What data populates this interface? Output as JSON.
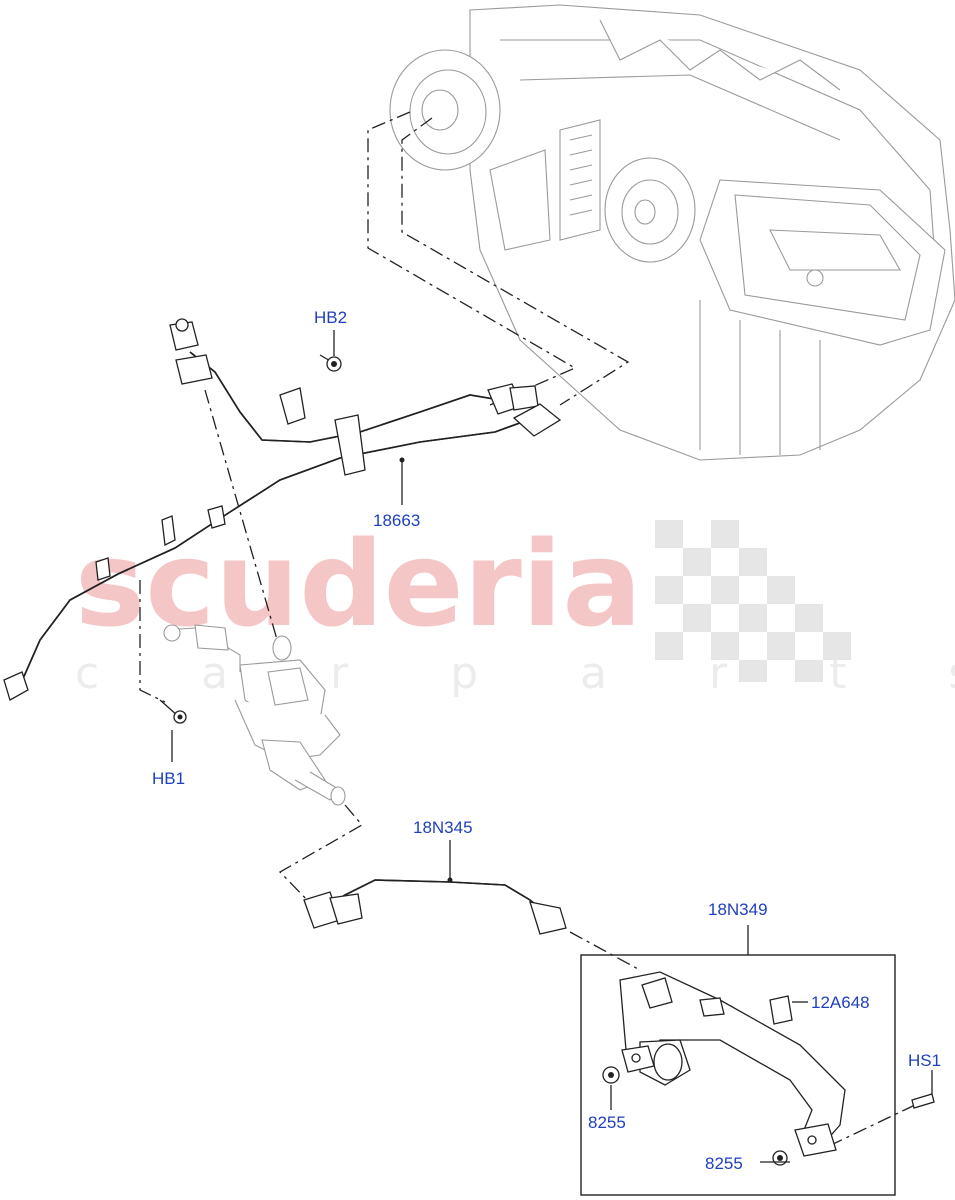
{
  "watermark": {
    "brand": "scuderia",
    "sub": "c a r p a r t s"
  },
  "callouts": {
    "hb2": "HB2",
    "p18663": "18663",
    "hb1": "HB1",
    "p18n345": "18N345",
    "p18n349": "18N349",
    "p12a648": "12A648",
    "hs1": "HS1",
    "p8255_a": "8255",
    "p8255_b": "8255"
  },
  "colors": {
    "callout_text": "#1f3fbf",
    "watermark_red": "#f4c6c6",
    "watermark_checker": "#e6e6e6"
  }
}
